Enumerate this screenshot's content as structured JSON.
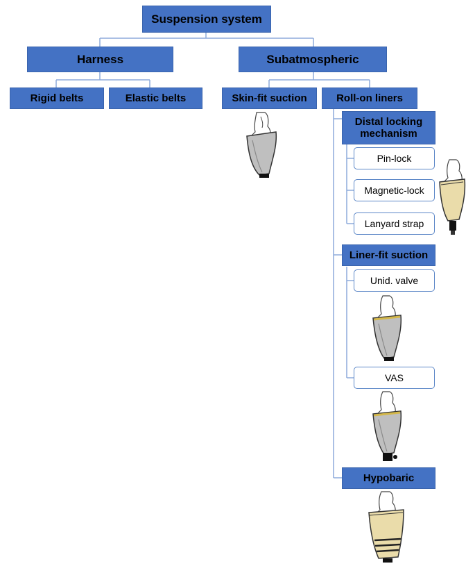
{
  "colors": {
    "node_fill": "#4472C4",
    "connector": "#8eaadb",
    "sub_border": "#5b86c7",
    "socket_gray": "#bfbfbf",
    "liner_beige": "#eadcaa"
  },
  "root": {
    "label": "Suspension system"
  },
  "level1": {
    "harness": "Harness",
    "subatmospheric": "Subatmospheric"
  },
  "harness_children": {
    "rigid": "Rigid belts",
    "elastic": "Elastic belts"
  },
  "sub_children": {
    "skin_fit": "Skin-fit suction",
    "roll_on": "Roll-on liners"
  },
  "roll_on_children": {
    "distal": "Distal locking mechanism",
    "liner_fit": "Liner-fit suction",
    "hypobaric": "Hypobaric"
  },
  "distal_children": {
    "pin": "Pin-lock",
    "magnetic": "Magnetic-lock",
    "lanyard": "Lanyard strap"
  },
  "liner_fit_children": {
    "unid": "Unid. valve",
    "vas": "VAS"
  },
  "icons": [
    "skin-fit-socket-icon",
    "distal-locking-socket-icon",
    "unid-valve-socket-icon",
    "vas-socket-icon",
    "hypobaric-socket-icon"
  ]
}
